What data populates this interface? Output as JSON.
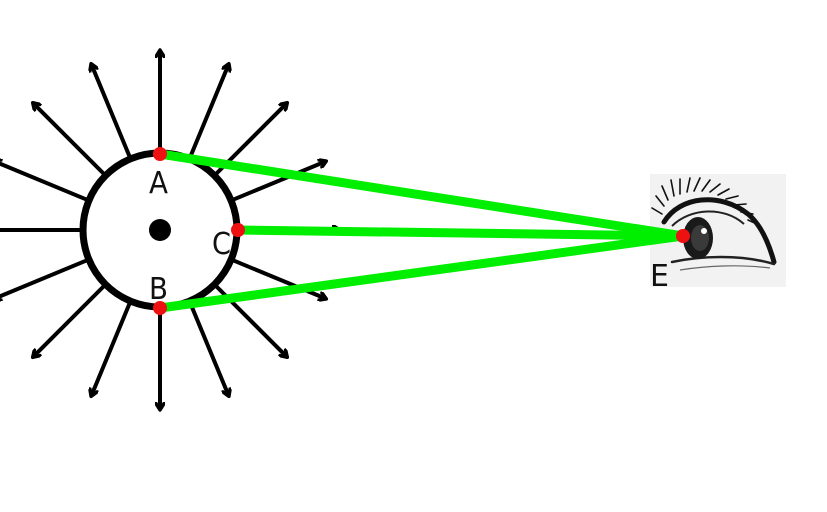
{
  "colors": {
    "background": "#ffffff",
    "circle": "#000000",
    "arrows": "#000000",
    "sight_lines": "#00ee00",
    "points": "#ee1111",
    "eye_panel": "#f2f2f2"
  },
  "icons": {
    "eye": "eye-icon"
  },
  "labels": {
    "a": "A",
    "b": "B",
    "c": "C",
    "e": "E"
  }
}
